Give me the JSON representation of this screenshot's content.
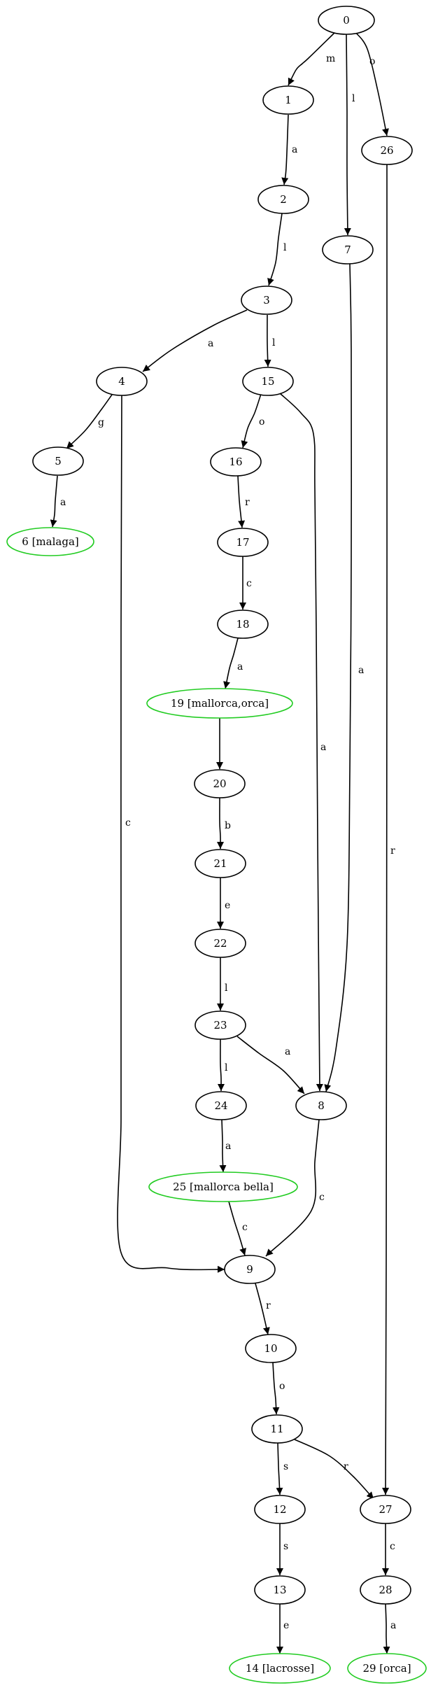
{
  "colors": {
    "normal": "#000000",
    "accept": "#22cc22",
    "background": "#ffffff"
  },
  "nodes": [
    {
      "id": "0",
      "label": "0",
      "accept": false
    },
    {
      "id": "1",
      "label": "1",
      "accept": false
    },
    {
      "id": "26",
      "label": "26",
      "accept": false
    },
    {
      "id": "2",
      "label": "2",
      "accept": false
    },
    {
      "id": "7",
      "label": "7",
      "accept": false
    },
    {
      "id": "3",
      "label": "3",
      "accept": false
    },
    {
      "id": "4",
      "label": "4",
      "accept": false
    },
    {
      "id": "15",
      "label": "15",
      "accept": false
    },
    {
      "id": "5",
      "label": "5",
      "accept": false
    },
    {
      "id": "16",
      "label": "16",
      "accept": false
    },
    {
      "id": "6",
      "label": "6 [malaga]",
      "accept": true
    },
    {
      "id": "17",
      "label": "17",
      "accept": false
    },
    {
      "id": "18",
      "label": "18",
      "accept": false
    },
    {
      "id": "19",
      "label": "19 [mallorca,orca]",
      "accept": true
    },
    {
      "id": "20",
      "label": "20",
      "accept": false
    },
    {
      "id": "21",
      "label": "21",
      "accept": false
    },
    {
      "id": "22",
      "label": "22",
      "accept": false
    },
    {
      "id": "23",
      "label": "23",
      "accept": false
    },
    {
      "id": "24",
      "label": "24",
      "accept": false
    },
    {
      "id": "8",
      "label": "8",
      "accept": false
    },
    {
      "id": "25",
      "label": "25 [mallorca bella]",
      "accept": true
    },
    {
      "id": "9",
      "label": "9",
      "accept": false
    },
    {
      "id": "10",
      "label": "10",
      "accept": false
    },
    {
      "id": "11",
      "label": "11",
      "accept": false
    },
    {
      "id": "12",
      "label": "12",
      "accept": false
    },
    {
      "id": "27",
      "label": "27",
      "accept": false
    },
    {
      "id": "13",
      "label": "13",
      "accept": false
    },
    {
      "id": "28",
      "label": "28",
      "accept": false
    },
    {
      "id": "14",
      "label": "14 [lacrosse]",
      "accept": true
    },
    {
      "id": "29",
      "label": "29 [orca]",
      "accept": true
    }
  ],
  "edges": [
    {
      "from": "0",
      "to": "1",
      "label": "m"
    },
    {
      "from": "0",
      "to": "7",
      "label": "l"
    },
    {
      "from": "0",
      "to": "26",
      "label": "o"
    },
    {
      "from": "1",
      "to": "2",
      "label": "a"
    },
    {
      "from": "2",
      "to": "3",
      "label": "l"
    },
    {
      "from": "3",
      "to": "4",
      "label": "a"
    },
    {
      "from": "3",
      "to": "15",
      "label": "l"
    },
    {
      "from": "4",
      "to": "5",
      "label": "g"
    },
    {
      "from": "4",
      "to": "9",
      "label": "c"
    },
    {
      "from": "5",
      "to": "6",
      "label": "a"
    },
    {
      "from": "15",
      "to": "16",
      "label": "o"
    },
    {
      "from": "15",
      "to": "8",
      "label": "a"
    },
    {
      "from": "16",
      "to": "17",
      "label": "r"
    },
    {
      "from": "17",
      "to": "18",
      "label": "c"
    },
    {
      "from": "18",
      "to": "19",
      "label": "a"
    },
    {
      "from": "19",
      "to": "20",
      "label": ""
    },
    {
      "from": "20",
      "to": "21",
      "label": "b"
    },
    {
      "from": "21",
      "to": "22",
      "label": "e"
    },
    {
      "from": "22",
      "to": "23",
      "label": "l"
    },
    {
      "from": "23",
      "to": "24",
      "label": "l"
    },
    {
      "from": "23",
      "to": "8",
      "label": "a"
    },
    {
      "from": "24",
      "to": "25",
      "label": "a"
    },
    {
      "from": "25",
      "to": "9",
      "label": "c"
    },
    {
      "from": "7",
      "to": "8",
      "label": "a"
    },
    {
      "from": "8",
      "to": "9",
      "label": "c"
    },
    {
      "from": "9",
      "to": "10",
      "label": "r"
    },
    {
      "from": "10",
      "to": "11",
      "label": "o"
    },
    {
      "from": "11",
      "to": "12",
      "label": "s"
    },
    {
      "from": "11",
      "to": "27",
      "label": "r"
    },
    {
      "from": "12",
      "to": "13",
      "label": "s"
    },
    {
      "from": "13",
      "to": "14",
      "label": "e"
    },
    {
      "from": "26",
      "to": "27",
      "label": "r"
    },
    {
      "from": "27",
      "to": "28",
      "label": "c"
    },
    {
      "from": "28",
      "to": "29",
      "label": "a"
    }
  ]
}
